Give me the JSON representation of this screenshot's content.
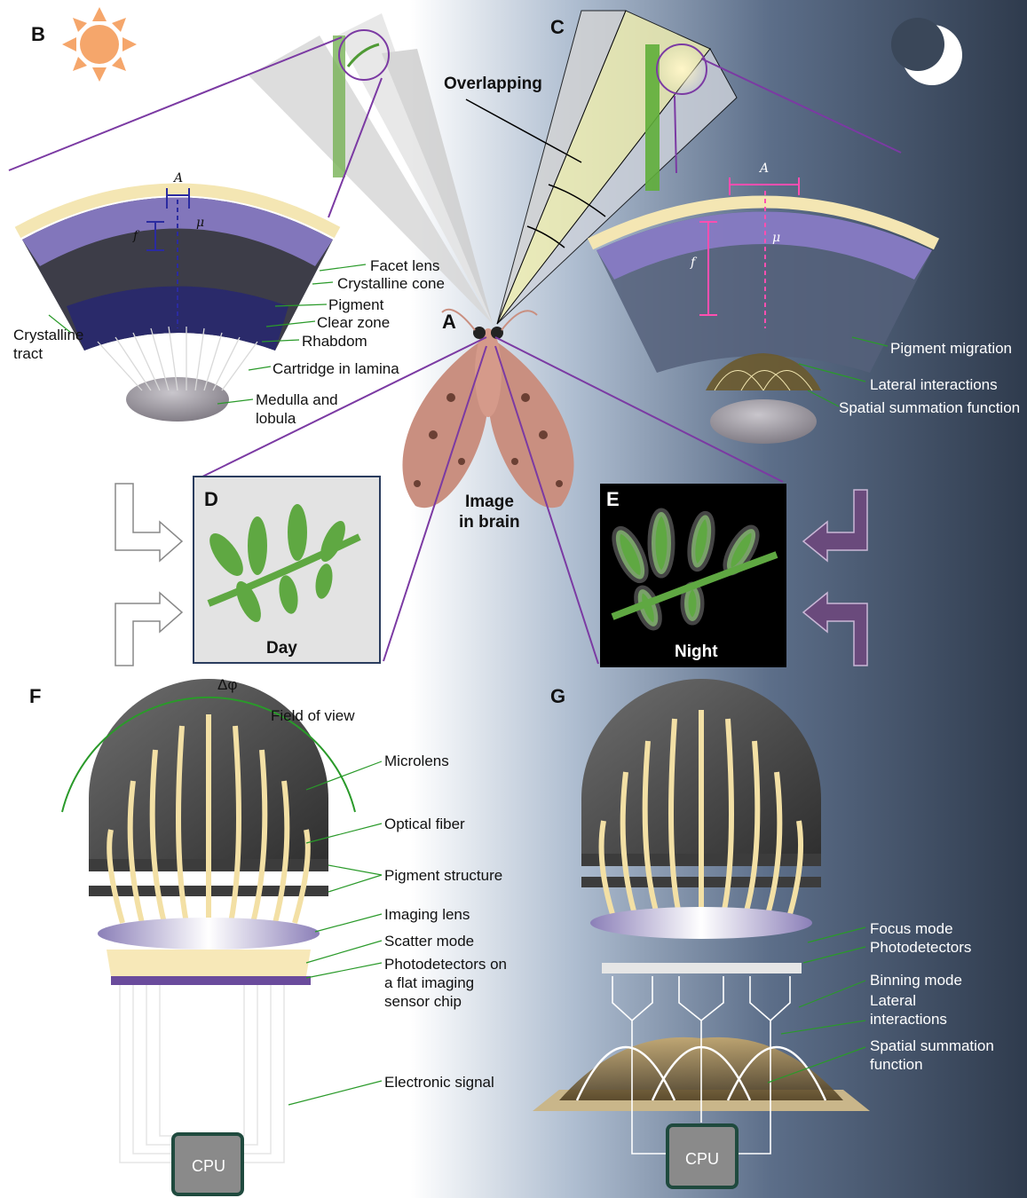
{
  "panels": {
    "a": "A",
    "b": "B",
    "c": "C",
    "d": "D",
    "e": "E",
    "f": "F",
    "g": "G"
  },
  "top": {
    "overlapping": "Overlapping",
    "image_in_brain": [
      "Image",
      "in brain"
    ],
    "day_eye_labels": {
      "facet_lens": "Facet lens",
      "crystalline_cone": "Crystalline cone",
      "pigment": "Pigment",
      "clear_zone": "Clear zone",
      "rhabdom": "Rhabdom",
      "crystalline_tract": [
        "Crystalline",
        "tract"
      ],
      "cartridge": "Cartridge in lamina",
      "medulla": [
        "Medulla and",
        "lobula"
      ]
    },
    "symbols": {
      "A": "A",
      "f": "f",
      "mu": "μ",
      "A_bar": "A",
      "f_bar": "f",
      "mu_bar": "μ"
    },
    "night_eye_labels": {
      "pigment_migration": "Pigment migration",
      "lateral_interactions": "Lateral interactions",
      "spatial_summation": "Spatial summation function"
    }
  },
  "middle": {
    "day": "Day",
    "night": "Night"
  },
  "device_day": {
    "delta_phi": "Δφ",
    "field_of_view": "Field of view",
    "microlens": "Microlens",
    "optical_fiber": "Optical fiber",
    "pigment_structure": "Pigment structure",
    "imaging_lens": "Imaging lens",
    "scatter_mode": "Scatter mode",
    "photodetectors": [
      "Photodetectors on",
      "a flat imaging",
      "sensor chip"
    ],
    "electronic_signal": "Electronic signal",
    "cpu": "CPU"
  },
  "device_night": {
    "focus_mode": "Focus mode",
    "photodetectors": "Photodetectors",
    "binning_mode": "Binning mode",
    "lateral_interactions": [
      "Lateral",
      "interactions"
    ],
    "spatial_summation": [
      "Spatial summation",
      "function"
    ],
    "cpu": "CPU"
  },
  "colors": {
    "day_bg": "#ffffff",
    "night_bg": "#303d50",
    "leaf": "#5fa842",
    "lens": "#f3e7b8",
    "pigment": "#6a57c9",
    "callout_green": "#2a9a2a",
    "callout_purple": "#7b3aa3",
    "measure_pink": "#ff4fb0",
    "measure_blue": "#2b2ba0"
  },
  "icons": [
    "sun-icon",
    "moon-icon",
    "moth-illustration",
    "leaf-illustration",
    "arrow-outline-icon",
    "cpu-chip-icon"
  ]
}
